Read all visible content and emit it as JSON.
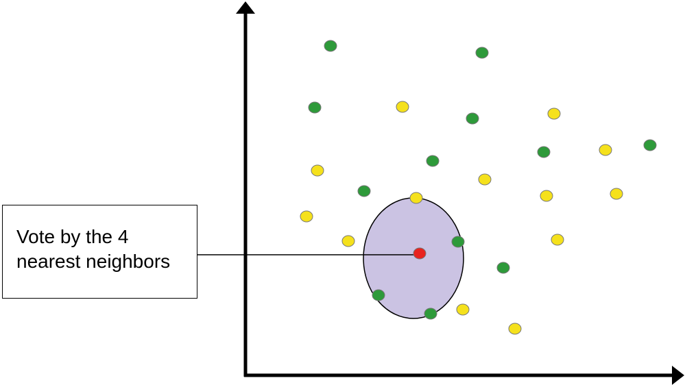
{
  "callout": {
    "line1": "Vote by the 4",
    "line2": "nearest neighbors"
  },
  "colors": {
    "axis": "#000000",
    "green_point": "#2e9a3a",
    "yellow_point": "#f5e11c",
    "query_point": "#e8231f",
    "neighborhood_fill": "#cbc3e3",
    "point_outline": "#777777"
  },
  "points": {
    "green": [
      [
        482,
        67
      ],
      [
        703,
        77
      ],
      [
        459,
        157
      ],
      [
        689,
        173
      ],
      [
        793,
        222
      ],
      [
        948,
        212
      ],
      [
        631,
        235
      ],
      [
        531,
        279
      ],
      [
        668,
        353
      ],
      [
        734,
        391
      ],
      [
        552,
        431
      ],
      [
        628,
        458
      ]
    ],
    "yellow": [
      [
        587,
        156
      ],
      [
        808,
        166
      ],
      [
        883,
        219
      ],
      [
        463,
        249
      ],
      [
        707,
        262
      ],
      [
        607,
        289
      ],
      [
        797,
        286
      ],
      [
        899,
        283
      ],
      [
        447,
        316
      ],
      [
        508,
        352
      ],
      [
        813,
        350
      ],
      [
        675,
        452
      ],
      [
        751,
        480
      ]
    ],
    "query": [
      612,
      370
    ]
  }
}
